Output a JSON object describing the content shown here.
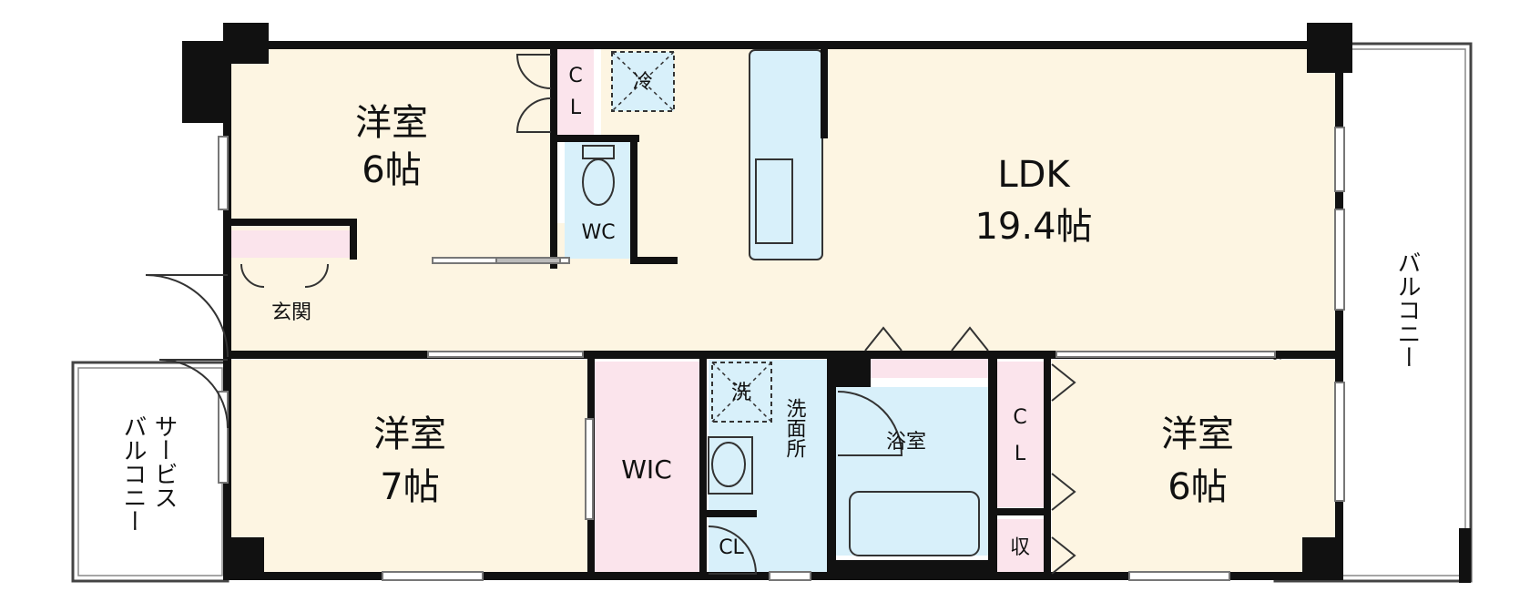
{
  "rooms": {
    "bedroom_nw": {
      "name": "洋室",
      "size": "6帖"
    },
    "bedroom_sw": {
      "name": "洋室",
      "size": "7帖"
    },
    "bedroom_se": {
      "name": "洋室",
      "size": "6帖"
    },
    "ldk": {
      "name": "LDK",
      "size": "19.4帖"
    },
    "wc": "WC",
    "entrance": "玄関",
    "wic": "WIC",
    "washroom": "洗面所",
    "bathroom": "浴室",
    "cl_top_c": "C",
    "cl_top_l": "L",
    "cl_right_c": "C",
    "cl_right_l": "L",
    "cl_small": "CL",
    "storage": "収",
    "fridge": "冷",
    "washer": "洗"
  },
  "balconies": {
    "main": "バルコニー",
    "service_line1": "サービス",
    "service_line2": "バルコニー"
  },
  "colors": {
    "room_floor": "#fdf5e2",
    "closet": "#fbe4ec",
    "wet_area": "#d8f0fa",
    "wall": "#111111"
  }
}
